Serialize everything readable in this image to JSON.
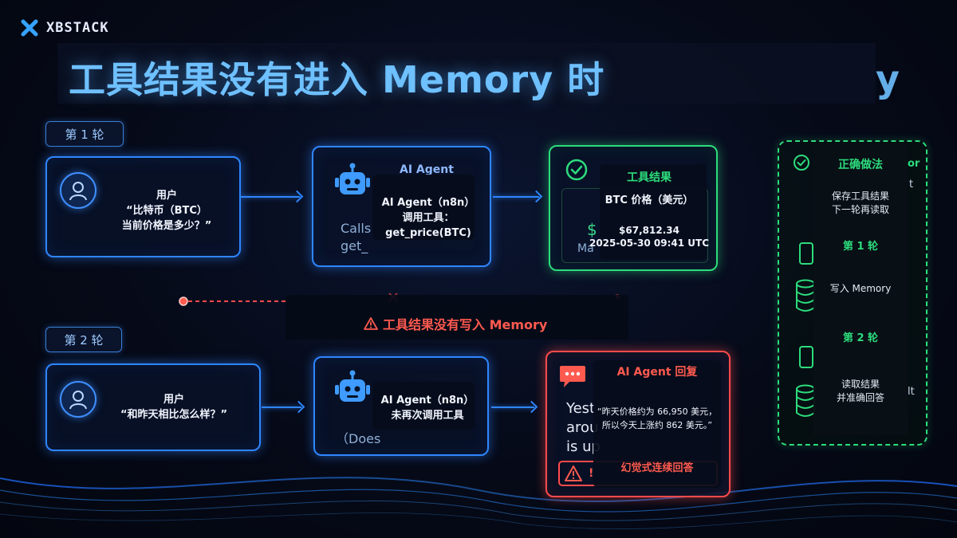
{
  "brand": {
    "name": "XBSTACK"
  },
  "title": "工具结果没有进入 Memory 时",
  "title_ghost": "y",
  "round1": {
    "tag": "第 1 轮",
    "user_card": {
      "label": "用户",
      "quote_line1": "“比特币（BTC）",
      "quote_line2": "当前价格是多少？”"
    },
    "agent_card": {
      "ghost_title": "AI Agent",
      "ghost_text1": "Calls",
      "ghost_text2": "get_",
      "line1": "AI Agent（n8n）",
      "line2": "调用工具：",
      "line3": "get_price(BTC)"
    },
    "tool_card": {
      "title": "工具结果",
      "label": "BTC 价格（美元）",
      "price": "$67,812.34",
      "timestamp": "2025-05-30 09:41 UTC",
      "ghost_dollar": "$",
      "ghost_ma": "Ma"
    }
  },
  "warning": {
    "text": "工具结果没有写入 Memory"
  },
  "round2": {
    "tag": "第 2 轮",
    "user_card": {
      "label": "用户",
      "quote": "“和昨天相比怎么样？”"
    },
    "agent_card": {
      "line1": "AI Agent（n8n）",
      "line2": "未再次调用工具",
      "ghost_text": "（Does"
    },
    "reply_card": {
      "title": "AI Agent 回复",
      "quote_line1": "“昨天价格约为 66,950 美元，",
      "quote_line2": "所以今天上涨约 862 美元。”",
      "ghost1": "Yest",
      "ghost2": "arou",
      "ghost3": "is up",
      "ghost_mark": "!",
      "footer": "幻觉式连续回答"
    }
  },
  "correct_panel": {
    "title": "正确做法",
    "ghost_title_end": "or",
    "ghost_t": "t",
    "ghost_lt": "lt",
    "subtitle_line1": "保存工具结果",
    "subtitle_line2": "下一轮再读取",
    "step1_head": "第 1 轮",
    "step1_text": "写入 Memory",
    "step2_head": "第 2 轮",
    "step2_line1": "读取结果",
    "step2_line2": "并准确回答"
  },
  "colors": {
    "accent_blue": "#2f86ff",
    "accent_green": "#2ddc7c",
    "accent_red": "#ff4b4b",
    "title_blue": "#6ec0ff"
  }
}
